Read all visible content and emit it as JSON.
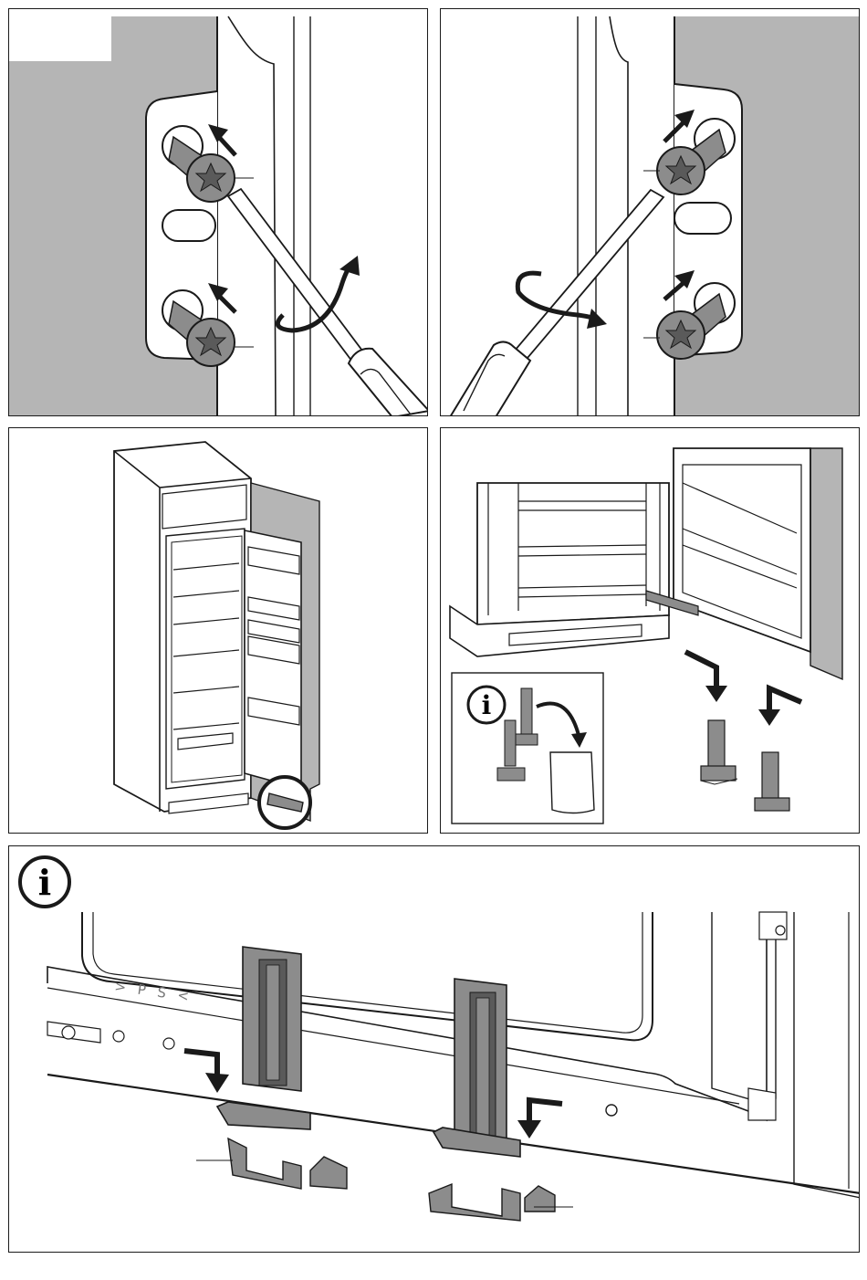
{
  "document": {
    "type": "installation-instructions",
    "info_symbol": "i",
    "side_marking": "> P S <",
    "panels": [
      {
        "id": "p1",
        "subject": "hinge-bracket-screws-left",
        "icon": "screwdriver-icon"
      },
      {
        "id": "p2",
        "subject": "hinge-bracket-screws-right",
        "icon": "screwdriver-icon"
      },
      {
        "id": "p3",
        "subject": "appliance-in-cabinet",
        "icon": "magnifier-circle-icon"
      },
      {
        "id": "p4",
        "subject": "insert-clips",
        "icon": "info-icon"
      },
      {
        "id": "p5",
        "subject": "clip-detail",
        "icon": "info-icon"
      }
    ]
  },
  "colors": {
    "wall": "#b5b5b5",
    "line": "#1a1a1a",
    "part_gray": "#8c8c8c",
    "part_dark": "#5a5a5a"
  }
}
